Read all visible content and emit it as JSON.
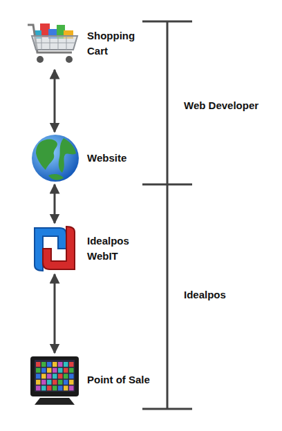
{
  "diagram": {
    "nodes": [
      {
        "text": [
          "Shopping Cart"
        ]
      },
      {
        "text": [
          "Website"
        ]
      },
      {
        "text": [
          "Idealpos WebIT"
        ]
      },
      {
        "text": [
          "Point of Sale"
        ]
      }
    ],
    "edges": [
      {
        "from": 0,
        "to": 1,
        "arrow": "both"
      },
      {
        "from": 1,
        "to": 2,
        "arrow": "both"
      },
      {
        "from": 2,
        "to": 3,
        "arrow": "both"
      }
    ],
    "labels": [
      "Web Developer",
      "Idealpos"
    ]
  }
}
